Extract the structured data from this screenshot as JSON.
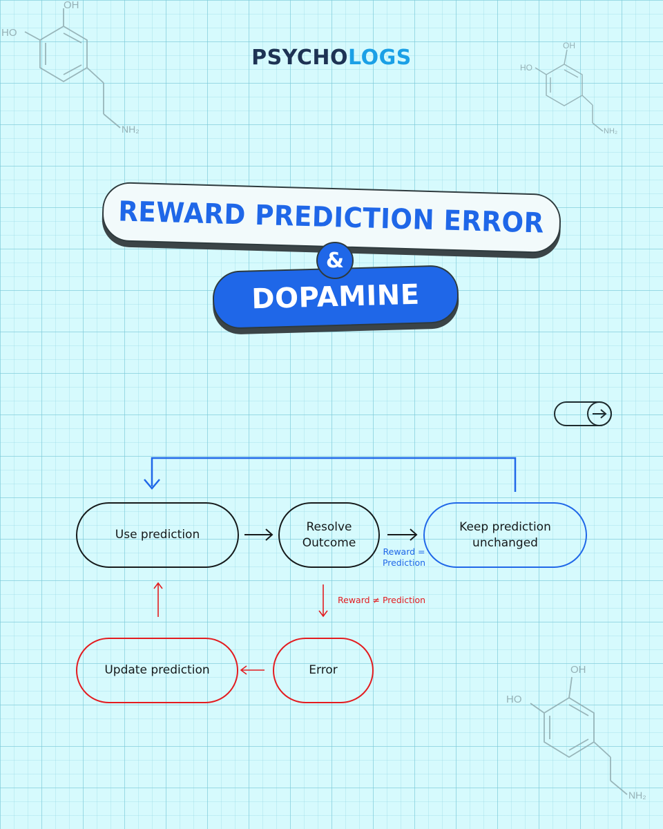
{
  "brand": {
    "part1": "PSYCHO",
    "part2": "LOGS"
  },
  "title": {
    "line1": "REWARD PREDICTION ERROR",
    "amp": "&",
    "line2": "DOPAMINE"
  },
  "molecule": {
    "oh": "OH",
    "ho": "HO",
    "nh2": "NH₂"
  },
  "diagram": {
    "nodes": {
      "use_prediction": "Use prediction",
      "resolve_outcome_1": "Resolve",
      "resolve_outcome_2": "Outcome",
      "keep_prediction_1": "Keep prediction",
      "keep_prediction_2": "unchanged",
      "update_prediction": "Update prediction",
      "error": "Error"
    },
    "labels": {
      "reward_eq_1": "Reward =",
      "reward_eq_2": "Prediction",
      "reward_neq": "Reward ≠ Prediction"
    }
  },
  "colors": {
    "accent": "#1f67e8",
    "error": "#e31b1f",
    "brand_dark": "#1e3354",
    "brand_light": "#1ba0e6"
  },
  "icons": {
    "toggle": "arrow-right-icon"
  }
}
